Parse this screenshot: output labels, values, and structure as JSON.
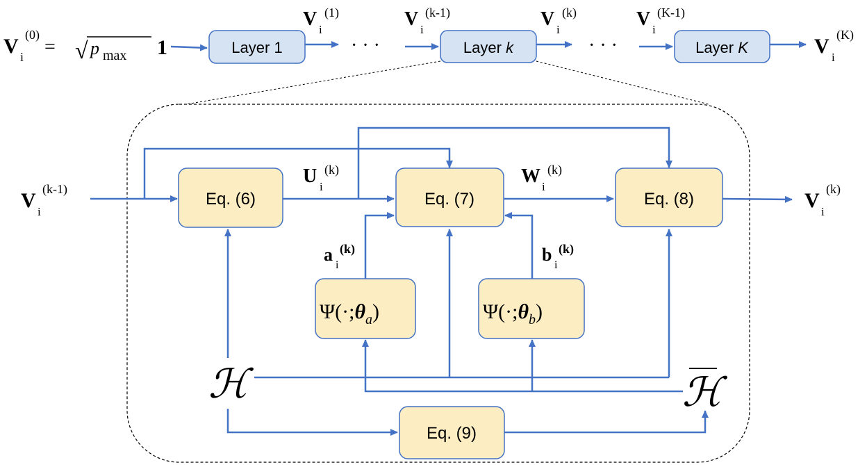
{
  "colors": {
    "arrow": "#4472C4",
    "layer_box_fill": "#D6E3F3",
    "layer_box_stroke": "#4472C4",
    "eq_box_fill": "#FCEDC3",
    "eq_box_stroke": "#4472C4",
    "dashed_outline": "#000000",
    "text": "#000000"
  },
  "pipeline": {
    "input_label": {
      "base": "V",
      "sub": "i",
      "sup": "(0)"
    },
    "input_equals": "=",
    "input_sqrt": "√",
    "input_p": "p",
    "input_p_sub": "max",
    "input_one": "1",
    "layer1": "Layer 1",
    "v1": {
      "base": "V",
      "sub": "i",
      "sup": "(1)"
    },
    "ellipsis1": "· · ·",
    "v_km1": {
      "base": "V",
      "sub": "i",
      "sup": "(k-1)"
    },
    "layer_k_prefix": "Layer ",
    "layer_k_var": "k",
    "v_k": {
      "base": "V",
      "sub": "i",
      "sup": "(k)"
    },
    "ellipsis2": "· · ·",
    "v_Km1": {
      "base": "V",
      "sub": "i",
      "sup": "(K-1)"
    },
    "layer_K_prefix": "Layer ",
    "layer_K_var": "K",
    "v_K": {
      "base": "V",
      "sub": "i",
      "sup": "(K)"
    }
  },
  "detail": {
    "input": {
      "base": "V",
      "sub": "i",
      "sup": "(k-1)"
    },
    "eq6": "Eq. (6)",
    "u_label": {
      "base": "U",
      "sub": "i",
      "sup": "(k)"
    },
    "eq7": "Eq. (7)",
    "w_label": {
      "base": "W",
      "sub": "i",
      "sup": "(k)"
    },
    "eq8": "Eq. (8)",
    "output": {
      "base": "V",
      "sub": "i",
      "sup": "(k)"
    },
    "a_label": {
      "base": "a",
      "sub": "i",
      "sup": "(k)"
    },
    "b_label": {
      "base": "b",
      "sub": "i",
      "sup": "(k)"
    },
    "psi_a": {
      "psi": "Ψ(·;",
      "theta": "θ",
      "sub": "a",
      "close": ")"
    },
    "psi_b": {
      "psi": "Ψ(·;",
      "theta": "θ",
      "sub": "b",
      "close": ")"
    },
    "h": "ℋ",
    "h_bar": "ℋ",
    "eq9": "Eq. (9)"
  }
}
